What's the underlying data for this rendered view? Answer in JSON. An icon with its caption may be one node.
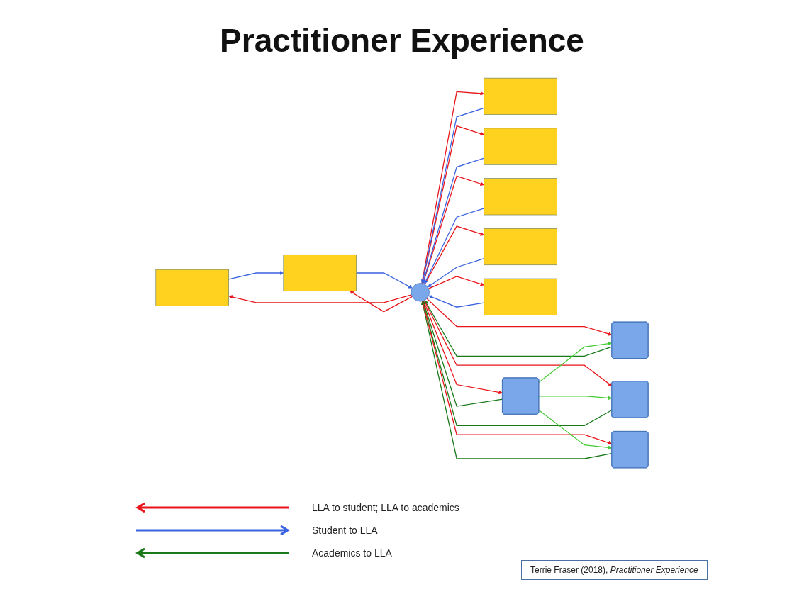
{
  "diagram": {
    "title": "Practitioner Experience",
    "nodes": [
      {
        "text": [],
        "shape": "box"
      },
      {
        "text": [],
        "shape": "box"
      },
      {
        "text": [],
        "shape": "box"
      },
      {
        "text": [],
        "shape": "box"
      },
      {
        "text": [],
        "shape": "box"
      },
      {
        "text": [],
        "shape": "box"
      },
      {
        "text": [],
        "shape": "box"
      },
      {
        "text": [],
        "shape": "circle"
      },
      {
        "text": [],
        "shape": "box"
      },
      {
        "text": [],
        "shape": "box"
      },
      {
        "text": [],
        "shape": "box"
      },
      {
        "text": [],
        "shape": "box"
      }
    ],
    "edges": [
      {
        "from": 7,
        "to": 0,
        "arrow": "to"
      },
      {
        "from": 7,
        "to": 1,
        "arrow": "to"
      },
      {
        "from": 7,
        "to": 2,
        "arrow": "to"
      },
      {
        "from": 7,
        "to": 3,
        "arrow": "to"
      },
      {
        "from": 7,
        "to": 4,
        "arrow": "to"
      },
      {
        "from": 7,
        "to": 6,
        "arrow": "to"
      },
      {
        "from": 7,
        "to": 5,
        "arrow": "to"
      },
      {
        "from": 0,
        "to": 1,
        "arrow": "to",
        "color": "#3a63e0"
      },
      {
        "from": 1,
        "to": 7,
        "arrow": "to",
        "color": "#3a63e0"
      },
      {
        "from": 2,
        "to": 7,
        "arrow": "to",
        "color": "#3a63e0"
      },
      {
        "from": 3,
        "to": 7,
        "arrow": "to",
        "color": "#3a63e0"
      },
      {
        "from": 4,
        "to": 7,
        "arrow": "to",
        "color": "#3a63e0"
      },
      {
        "from": 6,
        "to": 7,
        "arrow": "to",
        "color": "#3a63e0"
      },
      {
        "from": 5,
        "to": 7,
        "arrow": "to",
        "color": "#3a63e0"
      },
      {
        "from": 7,
        "to": 8,
        "arrow": "to"
      },
      {
        "from": 8,
        "to": 7,
        "arrow": "to",
        "color": "#1a7a1a"
      },
      {
        "from": 7,
        "to": 9,
        "arrow": "to"
      },
      {
        "from": 9,
        "to": 7,
        "arrow": "to",
        "color": "#1a7a1a"
      },
      {
        "from": 7,
        "to": 10,
        "arrow": "to"
      },
      {
        "from": 10,
        "to": 7,
        "arrow": "to",
        "color": "#1a7a1a"
      },
      {
        "from": 11,
        "to": 7,
        "arrow": "to",
        "color": "#1a7a1a"
      },
      {
        "from": 7,
        "to": 11,
        "arrow": "to"
      },
      {
        "from": 8,
        "to": 9,
        "arrow": "to",
        "color": "#44cc33"
      },
      {
        "from": 8,
        "to": 10,
        "arrow": "to",
        "color": "#44cc33"
      },
      {
        "from": 8,
        "to": 11,
        "arrow": "to",
        "color": "#44cc33"
      }
    ],
    "labels": [
      "Terrie  Fraser (2018), *Practitioner Experience*"
    ],
    "legend": [
      {
        "text": "LLA to student; LLA to academics"
      },
      {
        "text": "Student to LLA"
      },
      {
        "text": "Academics to LLA"
      }
    ]
  }
}
